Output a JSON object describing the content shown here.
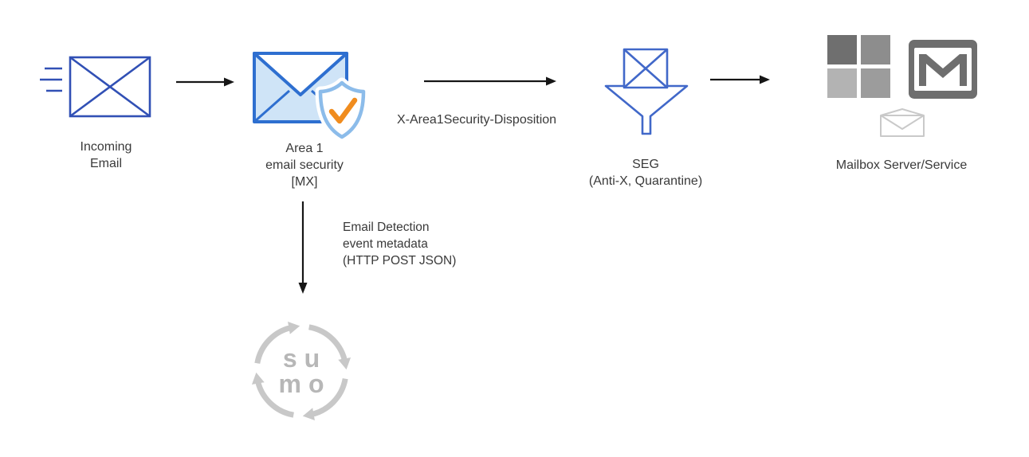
{
  "nodes": {
    "incoming": {
      "line1": "Incoming",
      "line2": "Email"
    },
    "area1": {
      "line1": "Area 1",
      "line2": "email security",
      "line3": "[MX]"
    },
    "seg": {
      "line1": "SEG",
      "line2": "(Anti-X, Quarantine)"
    },
    "mailbox": {
      "label": "Mailbox Server/Service"
    },
    "sumo": {
      "line1": "su",
      "line2": "mo"
    }
  },
  "edges": {
    "disposition_label": "X-Area1Security-Disposition",
    "metadata_line1": "Email Detection",
    "metadata_line2": "event metadata",
    "metadata_line3": "(HTTP POST JSON)"
  },
  "icons": {
    "incoming": "incoming-email-envelope-icon",
    "area1": "area1-envelope-shield-check-icon",
    "seg": "seg-funnel-envelope-icon",
    "microsoft": "microsoft-logo",
    "gmail": "gmail-icon",
    "mail_small": "small-envelope-icon",
    "sumo": "sumo-logic-logo"
  },
  "colors": {
    "diagram_blue": "#3150b5",
    "seg_blue": "#4168c9",
    "area1_fill": "#cfe4f7",
    "area1_stroke": "#2e6fd0",
    "shield_stroke": "#8cbcea",
    "check_orange": "#f08c1e",
    "arrow_black": "#161616",
    "text_dark": "#3a3a3a",
    "ms_sq_tl": "#6f6f6f",
    "ms_sq_tr": "#8d8d8d",
    "ms_sq_bl": "#b3b3b3",
    "ms_sq_br": "#9c9c9c",
    "gmail_gray": "#6e6e6e",
    "envelope_light": "#c9c9c9",
    "sumo_gray": "#c8c8c8",
    "sumo_text": "#b7b7b7"
  }
}
